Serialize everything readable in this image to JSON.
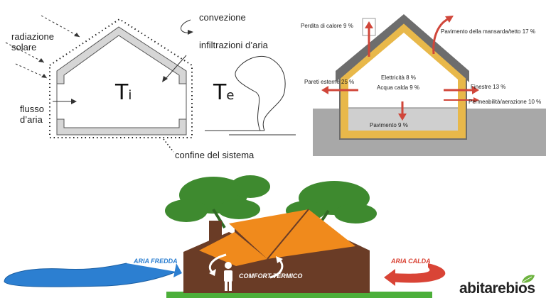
{
  "diagram_left": {
    "labels": {
      "radiation": [
        "radiazione",
        "solare"
      ],
      "convection": "convezione",
      "infiltration": "infiltrazioni d’aria",
      "airflow": [
        "flusso",
        "d’aria"
      ],
      "boundary": "confine del sistema",
      "ti_main": "T",
      "ti_sub": "i",
      "te_main": "T",
      "te_sub": "e"
    }
  },
  "diagram_right": {
    "labels": {
      "heat_loss": "Perdita di calore  9 %",
      "attic": "Pavimento della mansarda/tetto 17 %",
      "walls": "Pareti esterne  25 %",
      "electricity": "Elettricità 8 %",
      "hot_water": "Acqua calda  9 %",
      "windows": "Finestre 13 %",
      "permeability": "Permeabilità/aerazione 10 %",
      "floor": "Pavimento 9 %"
    },
    "colors": {
      "insulation": "#e8b84a",
      "roof": "#6d6d6d",
      "arrow": "#d0463a",
      "ground": "#a8a8a8"
    }
  },
  "diagram_bottom": {
    "labels": {
      "cold": "ARIA FREDDA",
      "warm": "ARIA CALDA",
      "comfort": "COMFORT TERMICO"
    },
    "colors": {
      "cold_arrow": "#2c7fd1",
      "warm_arrow": "#d94436",
      "roof": "#f08a1c",
      "walls": "#6a3c26",
      "trees": "#3e8a2f",
      "ground": "#4caf3a"
    }
  },
  "logo": {
    "text": "abitarebios"
  }
}
